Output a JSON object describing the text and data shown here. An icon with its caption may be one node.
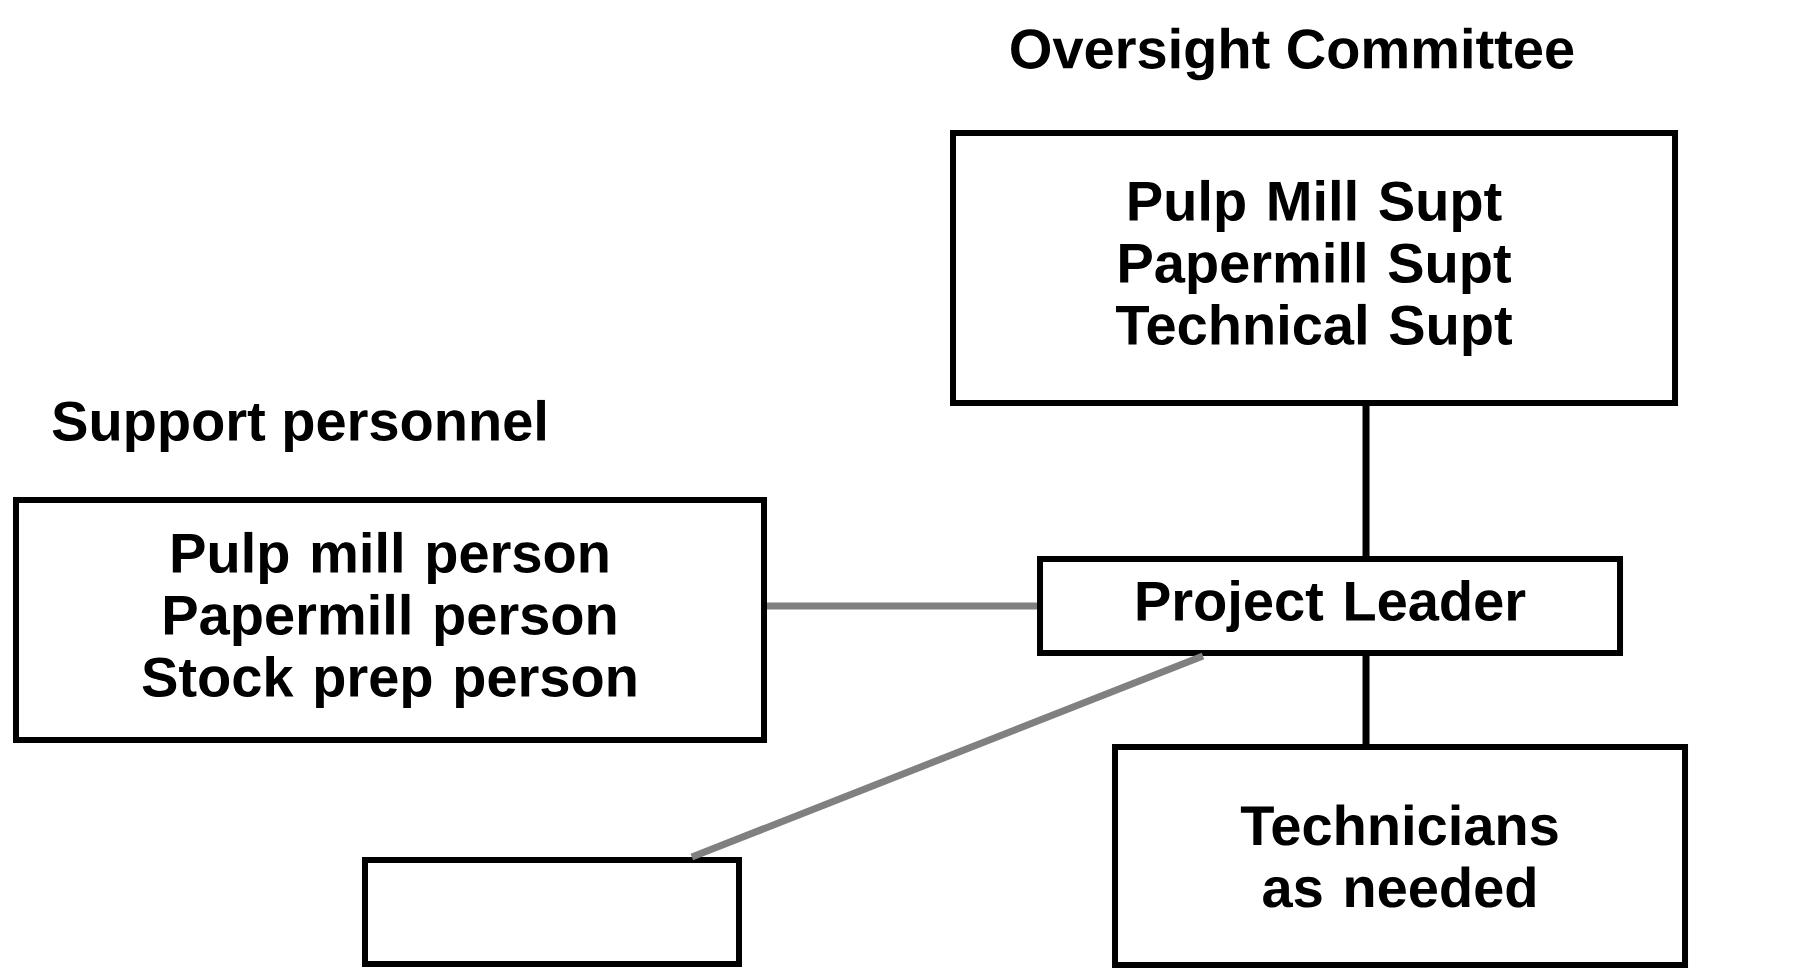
{
  "diagram": {
    "nodes": [
      {
        "text": [
          "Oversight Committee",
          "Pulp Mill Supt Papermill Supt Technical Supt"
        ]
      },
      {
        "text": [
          "Support personnel",
          "Pulp mill person Papermill person Stock prep person"
        ]
      },
      {
        "text": [
          "Project Leader"
        ]
      },
      {
        "text": [],
        "shape": "box"
      },
      {
        "text": [
          "Technicians as needed"
        ]
      }
    ],
    "edges": [
      {
        "from": 0,
        "to": 2,
        "arrow": "none"
      },
      {
        "from": 1,
        "to": 2,
        "arrow": "none",
        "color": "#808080"
      },
      {
        "from": 3,
        "to": 2,
        "arrow": "none",
        "color": "#808080"
      },
      {
        "from": 2,
        "to": 4,
        "arrow": "none"
      }
    ]
  }
}
